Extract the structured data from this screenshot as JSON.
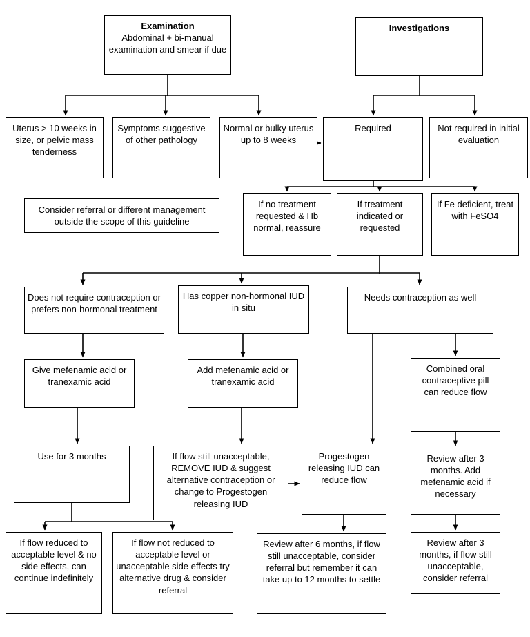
{
  "nodes": {
    "examination": {
      "title": "Examination",
      "body": "Abdominal + bi-manual examination and smear if due"
    },
    "investigations": {
      "title": "Investigations"
    },
    "uterus10": {
      "body": "Uterus > 10 weeks in size, or pelvic mass tenderness"
    },
    "symptoms": {
      "body": "Symptoms suggestive of other pathology"
    },
    "normal_bulky": {
      "body": "Normal or bulky uterus up to 8 weeks"
    },
    "required": {
      "body": "Required"
    },
    "not_required": {
      "body": "Not required in initial evaluation"
    },
    "consider_referral": {
      "body": "Consider referral or different management outside the scope of this guideline"
    },
    "no_treatment": {
      "body": "If no treatment requested & Hb normal, reassure"
    },
    "treatment_indicated": {
      "body": "If treatment indicated or requested"
    },
    "fe_deficient": {
      "body": "If Fe deficient, treat with FeSO4"
    },
    "no_contraception": {
      "body": "Does not require contraception or prefers non-hormonal treatment"
    },
    "copper_iud": {
      "body": "Has copper non-hormonal IUD in situ"
    },
    "needs_contraception": {
      "body": "Needs contraception as well"
    },
    "give_mefenamic": {
      "body": "Give mefenamic acid or tranexamic acid"
    },
    "add_mefenamic": {
      "body": "Add mefenamic acid or tranexamic acid"
    },
    "combined_pill": {
      "body": "Combined oral contraceptive pill can reduce flow"
    },
    "use_3_months": {
      "body": "Use for 3 months"
    },
    "remove_iud": {
      "body": "If flow still unacceptable, REMOVE IUD & suggest alternative contraception or change to Progestogen releasing IUD"
    },
    "progestogen_iud": {
      "body": "Progestogen releasing IUD can reduce flow"
    },
    "review_3_add": {
      "body": "Review after 3 months. Add mefenamic acid if necessary"
    },
    "flow_reduced": {
      "body": "If flow reduced to acceptable level & no side effects, can continue indefinitely"
    },
    "flow_not_reduced": {
      "body": "If flow not reduced to acceptable level or unacceptable side effects try alternative drug & consider referral"
    },
    "review_6_months": {
      "body": "Review after 6 months, if flow still unacceptable, consider referral but remember it can take up to 12 months to settle"
    },
    "review_3_referral": {
      "body": "Review after 3 months, if flow still unacceptable, consider referral"
    }
  },
  "colors": {
    "line": "#000000",
    "box_border": "#000000",
    "background": "#ffffff"
  }
}
